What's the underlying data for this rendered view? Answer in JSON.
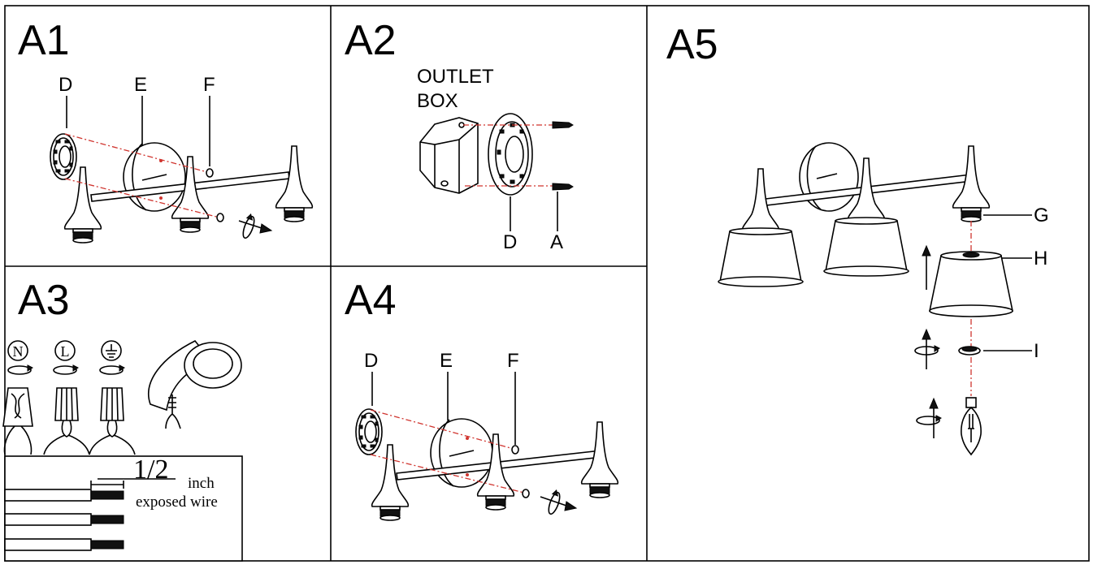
{
  "panels": {
    "a1": {
      "title": "A1",
      "labels": {
        "d": "D",
        "e": "E",
        "f": "F"
      }
    },
    "a2": {
      "title": "A2",
      "labels": {
        "outlet_line1": "OUTLET",
        "outlet_line2": "BOX",
        "d": "D",
        "a": "A"
      }
    },
    "a3": {
      "title": "A3",
      "symbols": {
        "neutral": "N",
        "live": "L"
      },
      "measure": {
        "fraction": "1/2",
        "unit": "inch",
        "note": "exposed wire"
      }
    },
    "a4": {
      "title": "A4",
      "labels": {
        "d": "D",
        "e": "E",
        "f": "F"
      }
    },
    "a5": {
      "title": "A5",
      "labels": {
        "g": "G",
        "h": "H",
        "i": "I"
      }
    }
  }
}
